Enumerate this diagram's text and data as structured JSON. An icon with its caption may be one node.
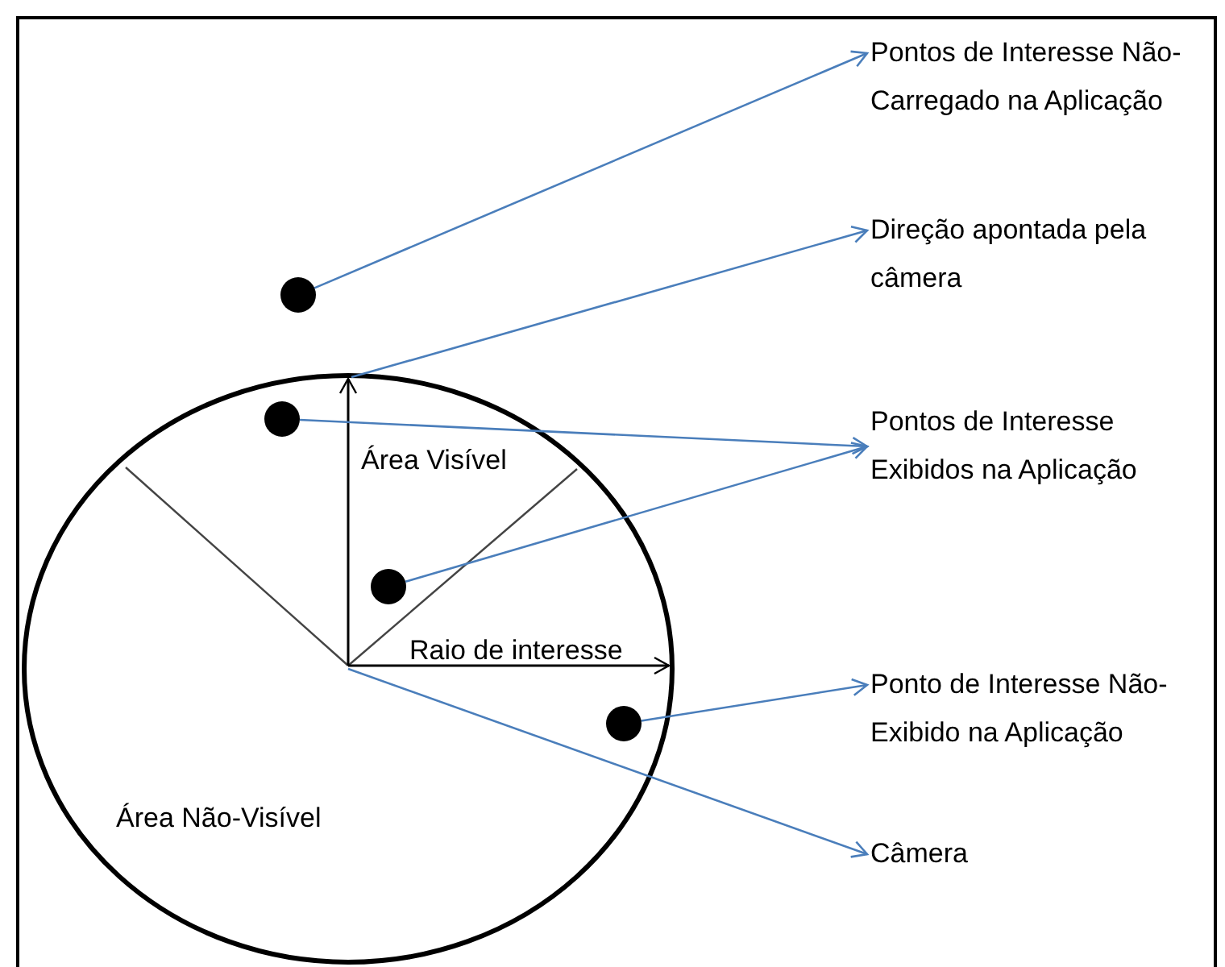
{
  "diagram": {
    "nodes": [
      {
        "text": [
          "Pontos de Interesse Não-Carregado na Aplicação"
        ]
      },
      {
        "text": [
          "Direção apontada pela câmera"
        ]
      },
      {
        "text": [
          "Pontos de Interesse Exibidos na Aplicação"
        ]
      },
      {
        "text": [
          "Ponto de Interesse Não-Exibido na Aplicação"
        ]
      },
      {
        "text": [
          "Câmera"
        ]
      },
      {
        "text": [],
        "shape": "circle"
      },
      {
        "text": [],
        "shape": "circle"
      },
      {
        "text": [],
        "shape": "circle"
      },
      {
        "text": [],
        "shape": "circle"
      }
    ],
    "edges": [
      {
        "from": 5,
        "to": 0,
        "arrow": "to"
      },
      {
        "from": null,
        "to": 1,
        "arrow": "to"
      },
      {
        "from": 6,
        "to": 2,
        "arrow": "to"
      },
      {
        "from": 7,
        "to": 2,
        "arrow": "to"
      },
      {
        "from": 8,
        "to": 3,
        "arrow": "to"
      },
      {
        "from": null,
        "to": 4,
        "arrow": "to"
      }
    ],
    "labels": [
      "Área Visível",
      "Raio de interesse",
      "Área Não-Visível"
    ]
  }
}
